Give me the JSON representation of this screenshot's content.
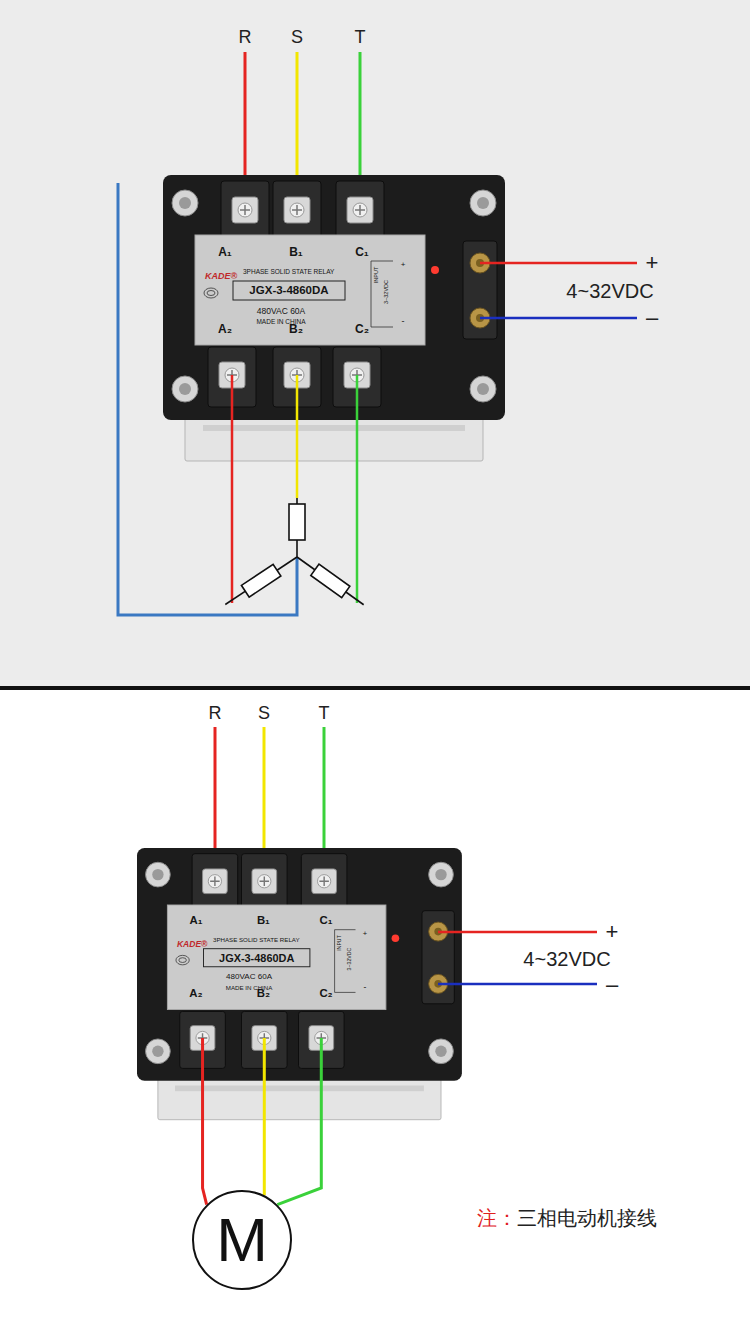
{
  "diagram": {
    "nodes": [
      {
        "text": [
          "A₁",
          "B₁",
          "C₁",
          "KADE®",
          "3PHASE SOLID STATE RELAY",
          "JGX-3-4860DA",
          "480VAC 60A",
          "MADE IN CHINA",
          "INPUT",
          "3~32VDC",
          "+",
          "-",
          "A₂",
          "B₂",
          "C₂"
        ]
      },
      {
        "text": [
          "A₁",
          "B₁",
          "C₁",
          "KADE®",
          "3PHASE SOLID STATE RELAY",
          "JGX-3-4860DA",
          "480VAC 60A",
          "MADE IN CHINA",
          "INPUT",
          "3~32VDC",
          "+",
          "-",
          "A₂",
          "B₂",
          "C₂"
        ]
      },
      {
        "text": [
          "M"
        ]
      }
    ],
    "edges": [
      {
        "from": 1,
        "to": 2,
        "arrow": "none"
      },
      {
        "from": 1,
        "to": 2,
        "arrow": "none"
      },
      {
        "from": 1,
        "to": 2,
        "arrow": "none"
      }
    ],
    "labels": [
      "R",
      "S",
      "T",
      "+",
      "4~32VDC",
      "–",
      "R",
      "S",
      "T",
      "+",
      "4~32VDC",
      "–",
      "注：",
      "三相电动机接线"
    ]
  }
}
